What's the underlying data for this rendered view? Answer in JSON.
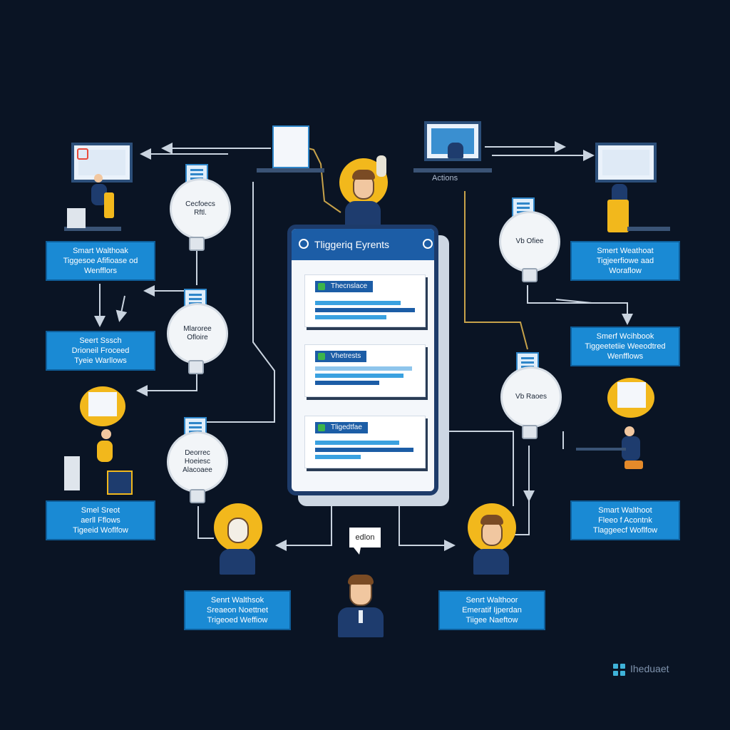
{
  "colors": {
    "background": "#0a1424",
    "box": "#1a8ad4",
    "accent": "#f2b81c",
    "phone_frame": "#1d3b6a",
    "connector": "#c9d3df",
    "connector_gold": "#c7a24a"
  },
  "phone": {
    "title": "Tliggeriq Eyrents",
    "cards": [
      {
        "tag": "Thecnslace"
      },
      {
        "tag": "Vhetrests"
      },
      {
        "tag": "Tligedtfae"
      }
    ]
  },
  "top_labels": {
    "left_screen": "",
    "right_screen": "Actions"
  },
  "bubbles": [
    {
      "line1": "Cecfoecs",
      "line2": "Rftl."
    },
    {
      "line1": "Mlaroree",
      "line2": "Ofloire"
    },
    {
      "line1": "Deorrec",
      "line2": "Hoeiesc Alacoaee"
    },
    {
      "line1": "Vb Ofiee",
      "line2": ""
    },
    {
      "line1": "Vb Raoes",
      "line2": ""
    }
  ],
  "boxes": {
    "left_1": [
      "Smart Walthoak",
      "Tiggesoe Afifioase od",
      "Wenfflors"
    ],
    "left_2": [
      "Seert Sssch",
      "Drioneil Froceed",
      "Tyeie Warllows"
    ],
    "left_3": [
      "Smel Sreot",
      "aerll Fflows",
      "Tigeeid Woflfow"
    ],
    "right_1": [
      "Smert Weathoat",
      "Tigjeerfiowe aad",
      "Woraflow"
    ],
    "right_2": [
      "Smerf Wcihbook",
      "Tiggeetetiie Weeodtred",
      "Wenfflows"
    ],
    "right_3": [
      "Smart Walthoot",
      "Fleeo f Acontnk",
      "Tlaggeecf Woflfow"
    ],
    "bottom_left": [
      "Senrt Walthsok",
      "Sreaeon Noettnet",
      "Trigeoed Weffiow"
    ],
    "bottom_right": [
      "Senrt Walthoor",
      "Emeratif Ijperdan",
      "Tiigee Naeftow"
    ]
  },
  "note": "edlon",
  "brand": "Iheduaet",
  "icons": [
    "document-icon",
    "plug-icon",
    "monitor-icon",
    "avatar-icon",
    "logo-icon"
  ]
}
